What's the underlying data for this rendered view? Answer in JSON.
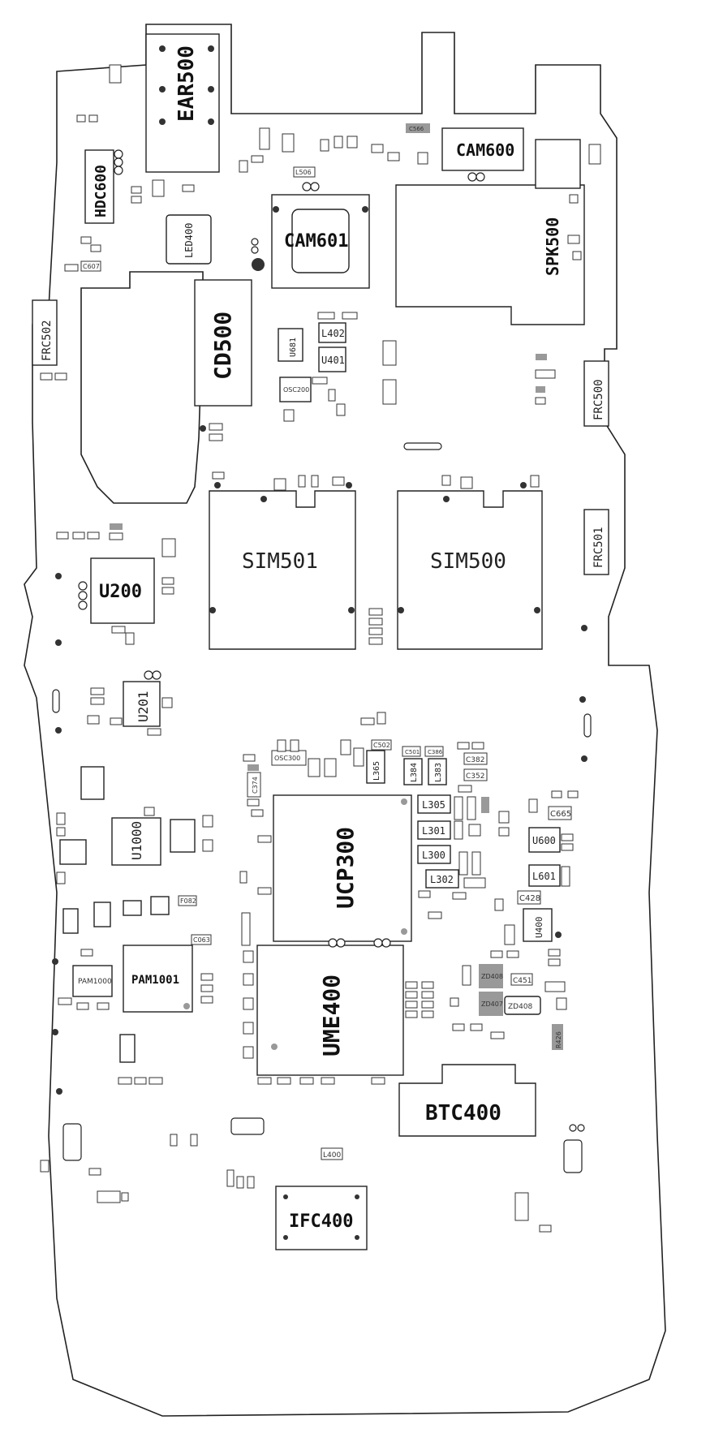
{
  "labels": {
    "ear500": "EAR500",
    "cam600": "CAM600",
    "hdc600": "HDC600",
    "cam601": "CAM601",
    "spk500": "SPK500",
    "led400": "LED400",
    "cd500": "CD500",
    "frc502": "FRC502",
    "frc500": "FRC500",
    "frc501": "FRC501",
    "sim501": "SIM501",
    "sim500": "SIM500",
    "u200": "U200",
    "u201": "U201",
    "u1000": "U1000",
    "ucp300": "UCP300",
    "ume400": "UME400",
    "pam1001": "PAM1001",
    "pam1000": "PAM1000",
    "btc400": "BTC400",
    "ifc400": "IFC400",
    "l402": "L402",
    "u401": "U401",
    "u681": "U681",
    "osc200": "OSC200",
    "osc300": "OSC300",
    "l305": "L305",
    "l301": "L301",
    "l300": "L300",
    "l302": "L302",
    "l384": "L384",
    "l383": "L383",
    "l365": "L365",
    "u600": "U600",
    "l601": "L601",
    "u400": "U400",
    "zd408": "ZD408",
    "zd407": "ZD407",
    "zd408b": "ZD408",
    "c665": "C665",
    "c428": "C428",
    "c451": "C451",
    "c382": "C382",
    "c352": "C352",
    "c374": "C374",
    "c607": "C607",
    "c566": "C566",
    "l506": "L506",
    "r426": "R426",
    "l400": "L400",
    "c502": "C502",
    "c501": "C501",
    "c386": "C386",
    "c063": "C063",
    "f082": "F082"
  }
}
